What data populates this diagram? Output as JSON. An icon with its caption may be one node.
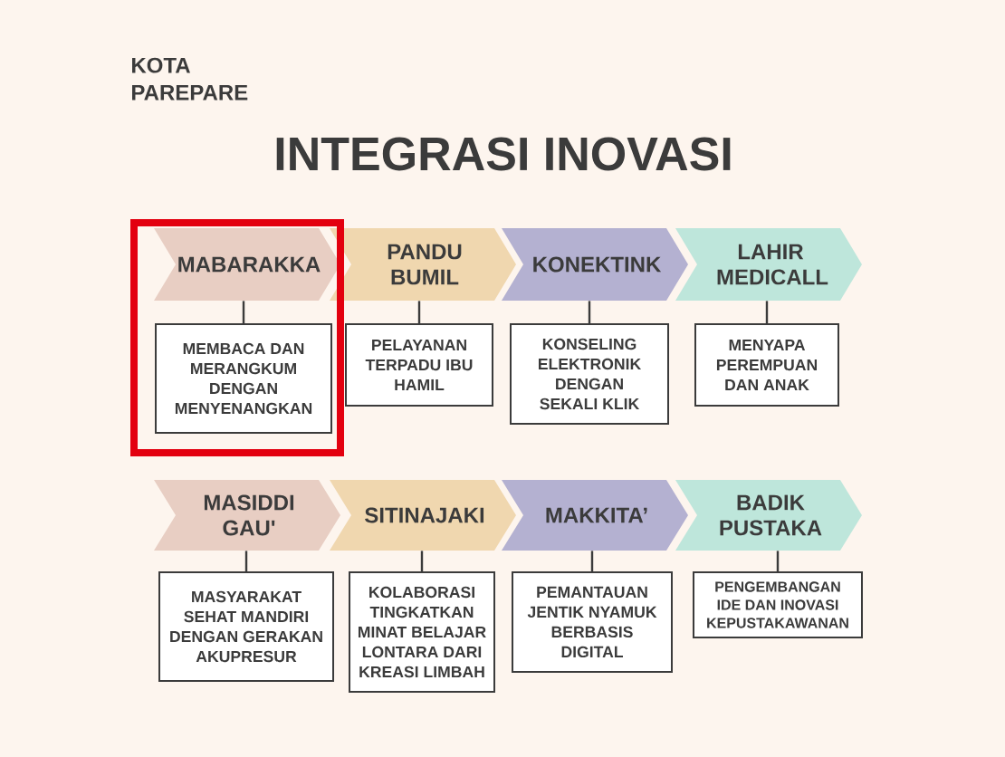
{
  "diagram": {
    "title": "INTEGRASI INOVASI",
    "nodes": [
      {
        "text": [],
        "shape": "box"
      },
      {
        "text": [
          "MABARAKKA"
        ],
        "in": 0
      },
      {
        "text": [
          "MEMBACA DAN MERANGKUM DENGAN MENYENANGKAN"
        ],
        "in": 0
      },
      {
        "text": [
          "PANDU BUMIL"
        ]
      },
      {
        "text": [
          "PELAYANAN TERPADU IBU HAMIL"
        ]
      },
      {
        "text": [
          "KONEKTINK"
        ]
      },
      {
        "text": [
          "KONSELING ELEKTRONIK DENGAN SEKALI KLIK"
        ]
      },
      {
        "text": [
          "LAHIR MEDICALL"
        ]
      },
      {
        "text": [
          "MENYAPA PEREMPUAN DAN ANAK"
        ]
      },
      {
        "text": [
          "MASIDDI GAU'"
        ]
      },
      {
        "text": [
          "MASYARAKAT SEHAT MANDIRI DENGAN GERAKAN AKUPRESUR"
        ]
      },
      {
        "text": [
          "SITINAJAKI"
        ]
      },
      {
        "text": [
          "KOLABORASI TINGKATKAN MINAT BELAJAR LONTARA DARI KREASI LIMBAH"
        ]
      },
      {
        "text": [
          "MAKKITA’"
        ]
      },
      {
        "text": [
          "PEMANTAUAN JENTIK NYAMUK BERBASIS DIGITAL"
        ]
      },
      {
        "text": [
          "BADIK PUSTAKA"
        ]
      },
      {
        "text": [
          "PENGEMBANGAN IDE DAN INOVASI KEPUSTAKAWANAN"
        ]
      }
    ],
    "edges": [
      {
        "from": 1,
        "to": 2,
        "arrow": "none"
      },
      {
        "from": 3,
        "to": 4,
        "arrow": "none"
      },
      {
        "from": 5,
        "to": 6,
        "arrow": "none"
      },
      {
        "from": 7,
        "to": 8,
        "arrow": "none"
      },
      {
        "from": 9,
        "to": 10,
        "arrow": "none"
      },
      {
        "from": 11,
        "to": 12,
        "arrow": "none"
      },
      {
        "from": 13,
        "to": 14,
        "arrow": "none"
      },
      {
        "from": 15,
        "to": 16,
        "arrow": "none"
      }
    ],
    "labels": [
      "KOTA PAREPARE"
    ]
  }
}
